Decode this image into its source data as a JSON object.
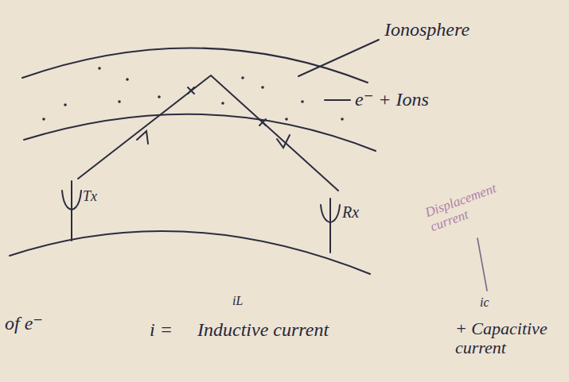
{
  "diagram": {
    "labels": [
      "Ionosphere",
      "e⁻ + Ions",
      "Tx",
      "Rx",
      "Displacement current",
      "of e⁻",
      "i =",
      "iL",
      "Inductive current",
      "ic",
      "+ Capacitive current"
    ]
  }
}
